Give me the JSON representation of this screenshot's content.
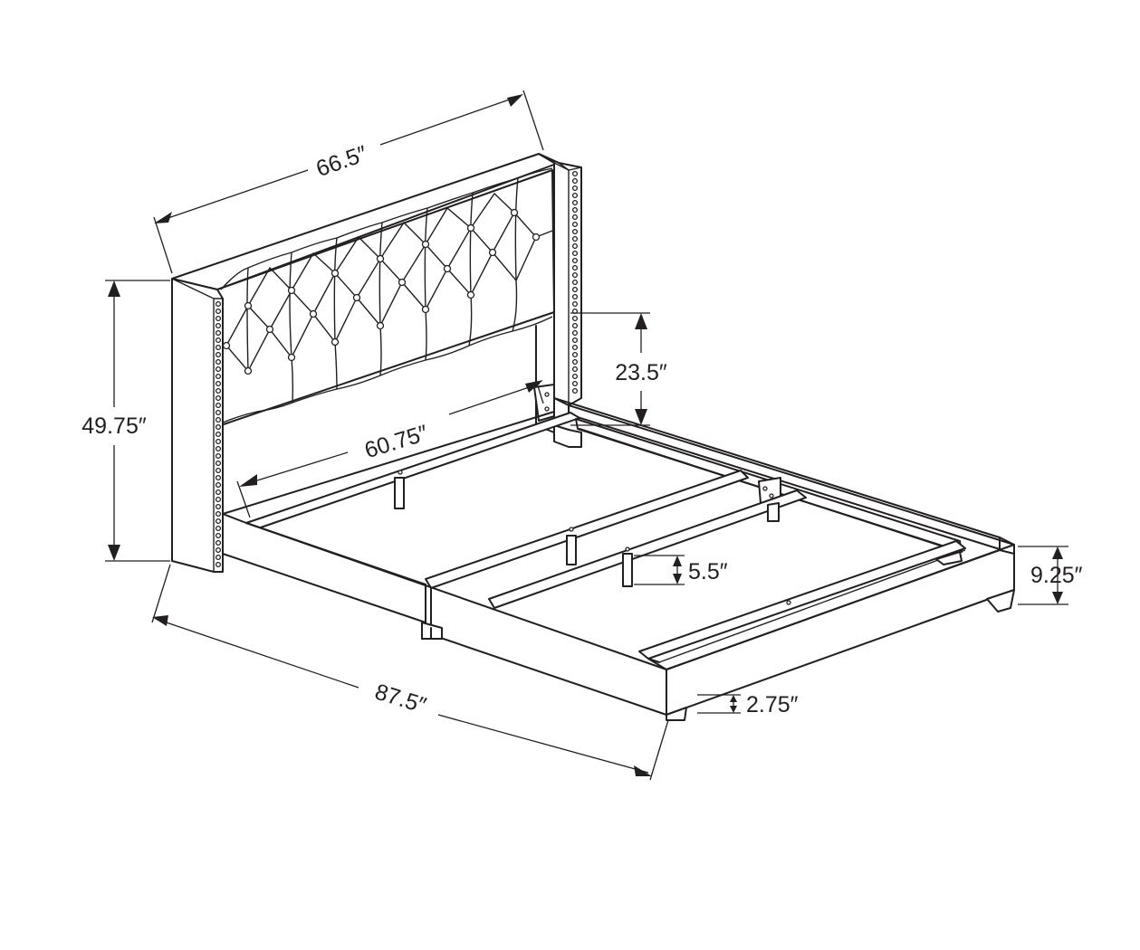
{
  "diagram": {
    "dimensions": [
      {
        "id": "headboard_width",
        "label": "66.5″"
      },
      {
        "id": "overall_height",
        "label": "49.75″"
      },
      {
        "id": "headboard_panel_height",
        "label": "23.5″"
      },
      {
        "id": "inner_width",
        "label": "60.75″"
      },
      {
        "id": "overall_length",
        "label": "87.5″"
      },
      {
        "id": "slat_clearance",
        "label": "5.5″"
      },
      {
        "id": "frame_height",
        "label": "9.25″"
      },
      {
        "id": "leg_height",
        "label": "2.75″"
      }
    ]
  },
  "colors": {
    "line": "#231f20",
    "background": "#ffffff"
  }
}
